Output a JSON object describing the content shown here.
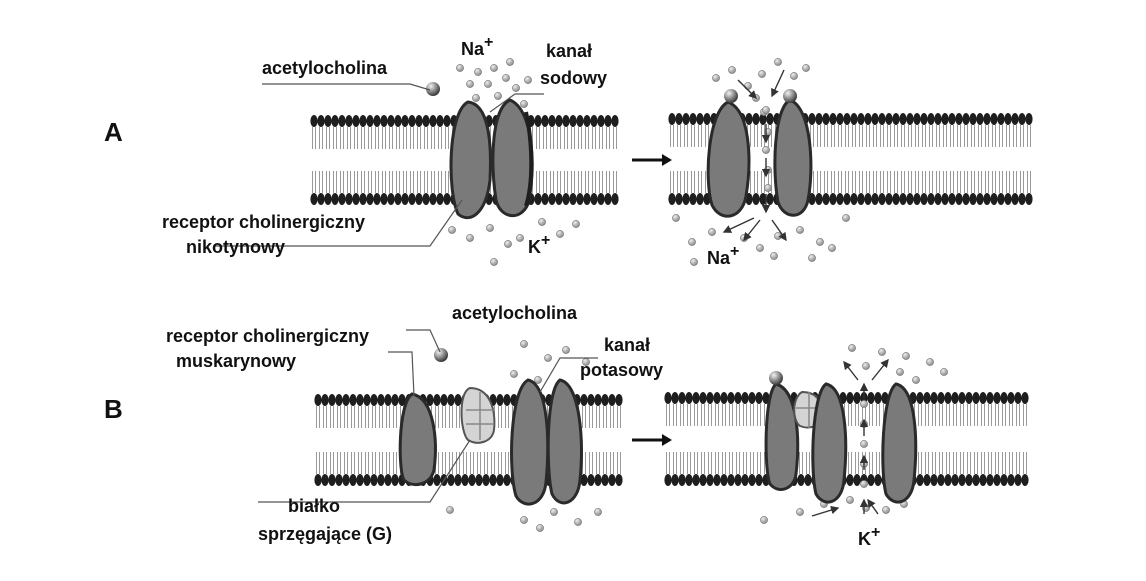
{
  "panels": [
    {
      "letter": "A",
      "labels": {
        "ligand": "acetylocholina",
        "receptor_line1": "receptor cholinergiczny",
        "receptor_line2": "nikotynowy",
        "channel_line1": "kanał",
        "channel_line2": "sodowy",
        "ion_top": "Na",
        "ion_bottom": "K",
        "ion_after": "Na"
      }
    },
    {
      "letter": "B",
      "labels": {
        "ligand": "acetylocholina",
        "receptor_line1": "receptor cholinergiczny",
        "receptor_line2": "muskarynowy",
        "channel_line1": "kanał",
        "channel_line2": "potasowy",
        "gprotein_line1": "białko",
        "gprotein_line2": "sprzęgające (G)",
        "ion_after": "K"
      }
    }
  ],
  "ion_charge": "+",
  "colors": {
    "membrane_head": "#1e1e1e",
    "tail": "#9a9a9a",
    "protein": "#7a7a7a",
    "protein_dark": "#2a2a2a",
    "gprotein": "#cfcfcf",
    "ion": "#b3b3b3",
    "ligand": "#8c8c8c"
  },
  "icons": [
    "acetylcholine-ball",
    "ion-dot",
    "arrow-right"
  ]
}
